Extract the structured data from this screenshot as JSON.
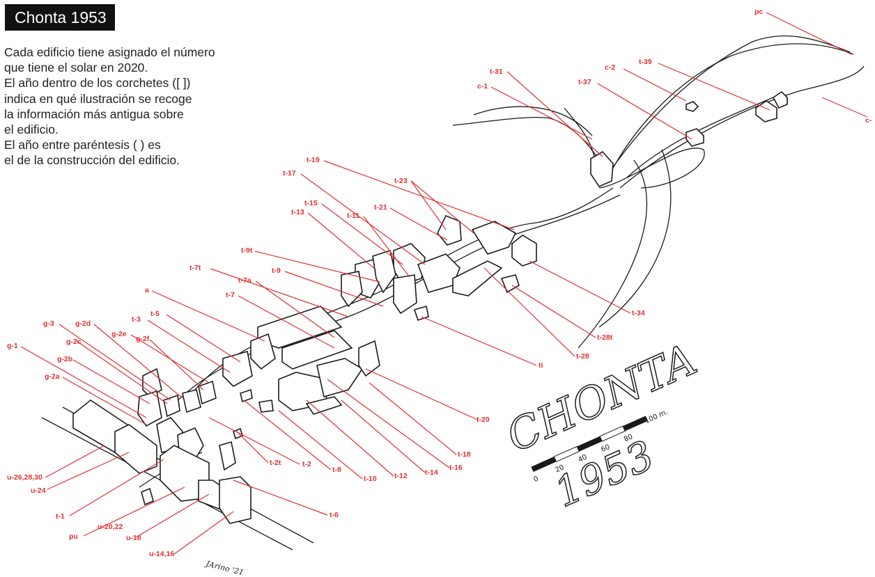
{
  "title": "Chonta 1953",
  "caption_lines": [
    "Cada edificio tiene asignado el número",
    "que tiene el solar en 2020.",
    "El año dentro de los corchetes ([ ])",
    "indica en qué ilustración se recoge",
    "la información más antigua sobre",
    "el edificio.",
    "El año entre paréntesis ( ) es",
    "el de la construcción del edificio."
  ],
  "colors": {
    "label": "#e03030",
    "ink": "#1a1a1a",
    "title_bg": "#111111"
  },
  "map_title": "CHONTA",
  "map_year": "1953",
  "scale": {
    "ticks": [
      "0",
      "20",
      "40",
      "60",
      "80",
      "100 m."
    ]
  },
  "signature": "JArino '21",
  "labels": [
    "pc",
    "c-2",
    "t-39",
    "t-37",
    "t-31",
    "c-1",
    "c-",
    "t-19",
    "t-23",
    "t-17",
    "t-21",
    "t-15",
    "t-11",
    "t-13",
    "t-9t",
    "t-9",
    "t-7t",
    "t-7a",
    "t-7",
    "a",
    "t-5",
    "t-3",
    "g-3",
    "g-2d",
    "g-2e",
    "g-2f",
    "g-2c",
    "g-1",
    "g-2b",
    "g-2a",
    "u-26,28,30",
    "u-24",
    "t-1",
    "pu",
    "u-20,22",
    "u-18",
    "u-14,16",
    "t-6",
    "t-2t",
    "t-2",
    "t-8",
    "t-10",
    "t-12",
    "t-14",
    "t-16",
    "t-18",
    "t-20",
    "ti",
    "t-28",
    "t-28t",
    "t-34"
  ]
}
